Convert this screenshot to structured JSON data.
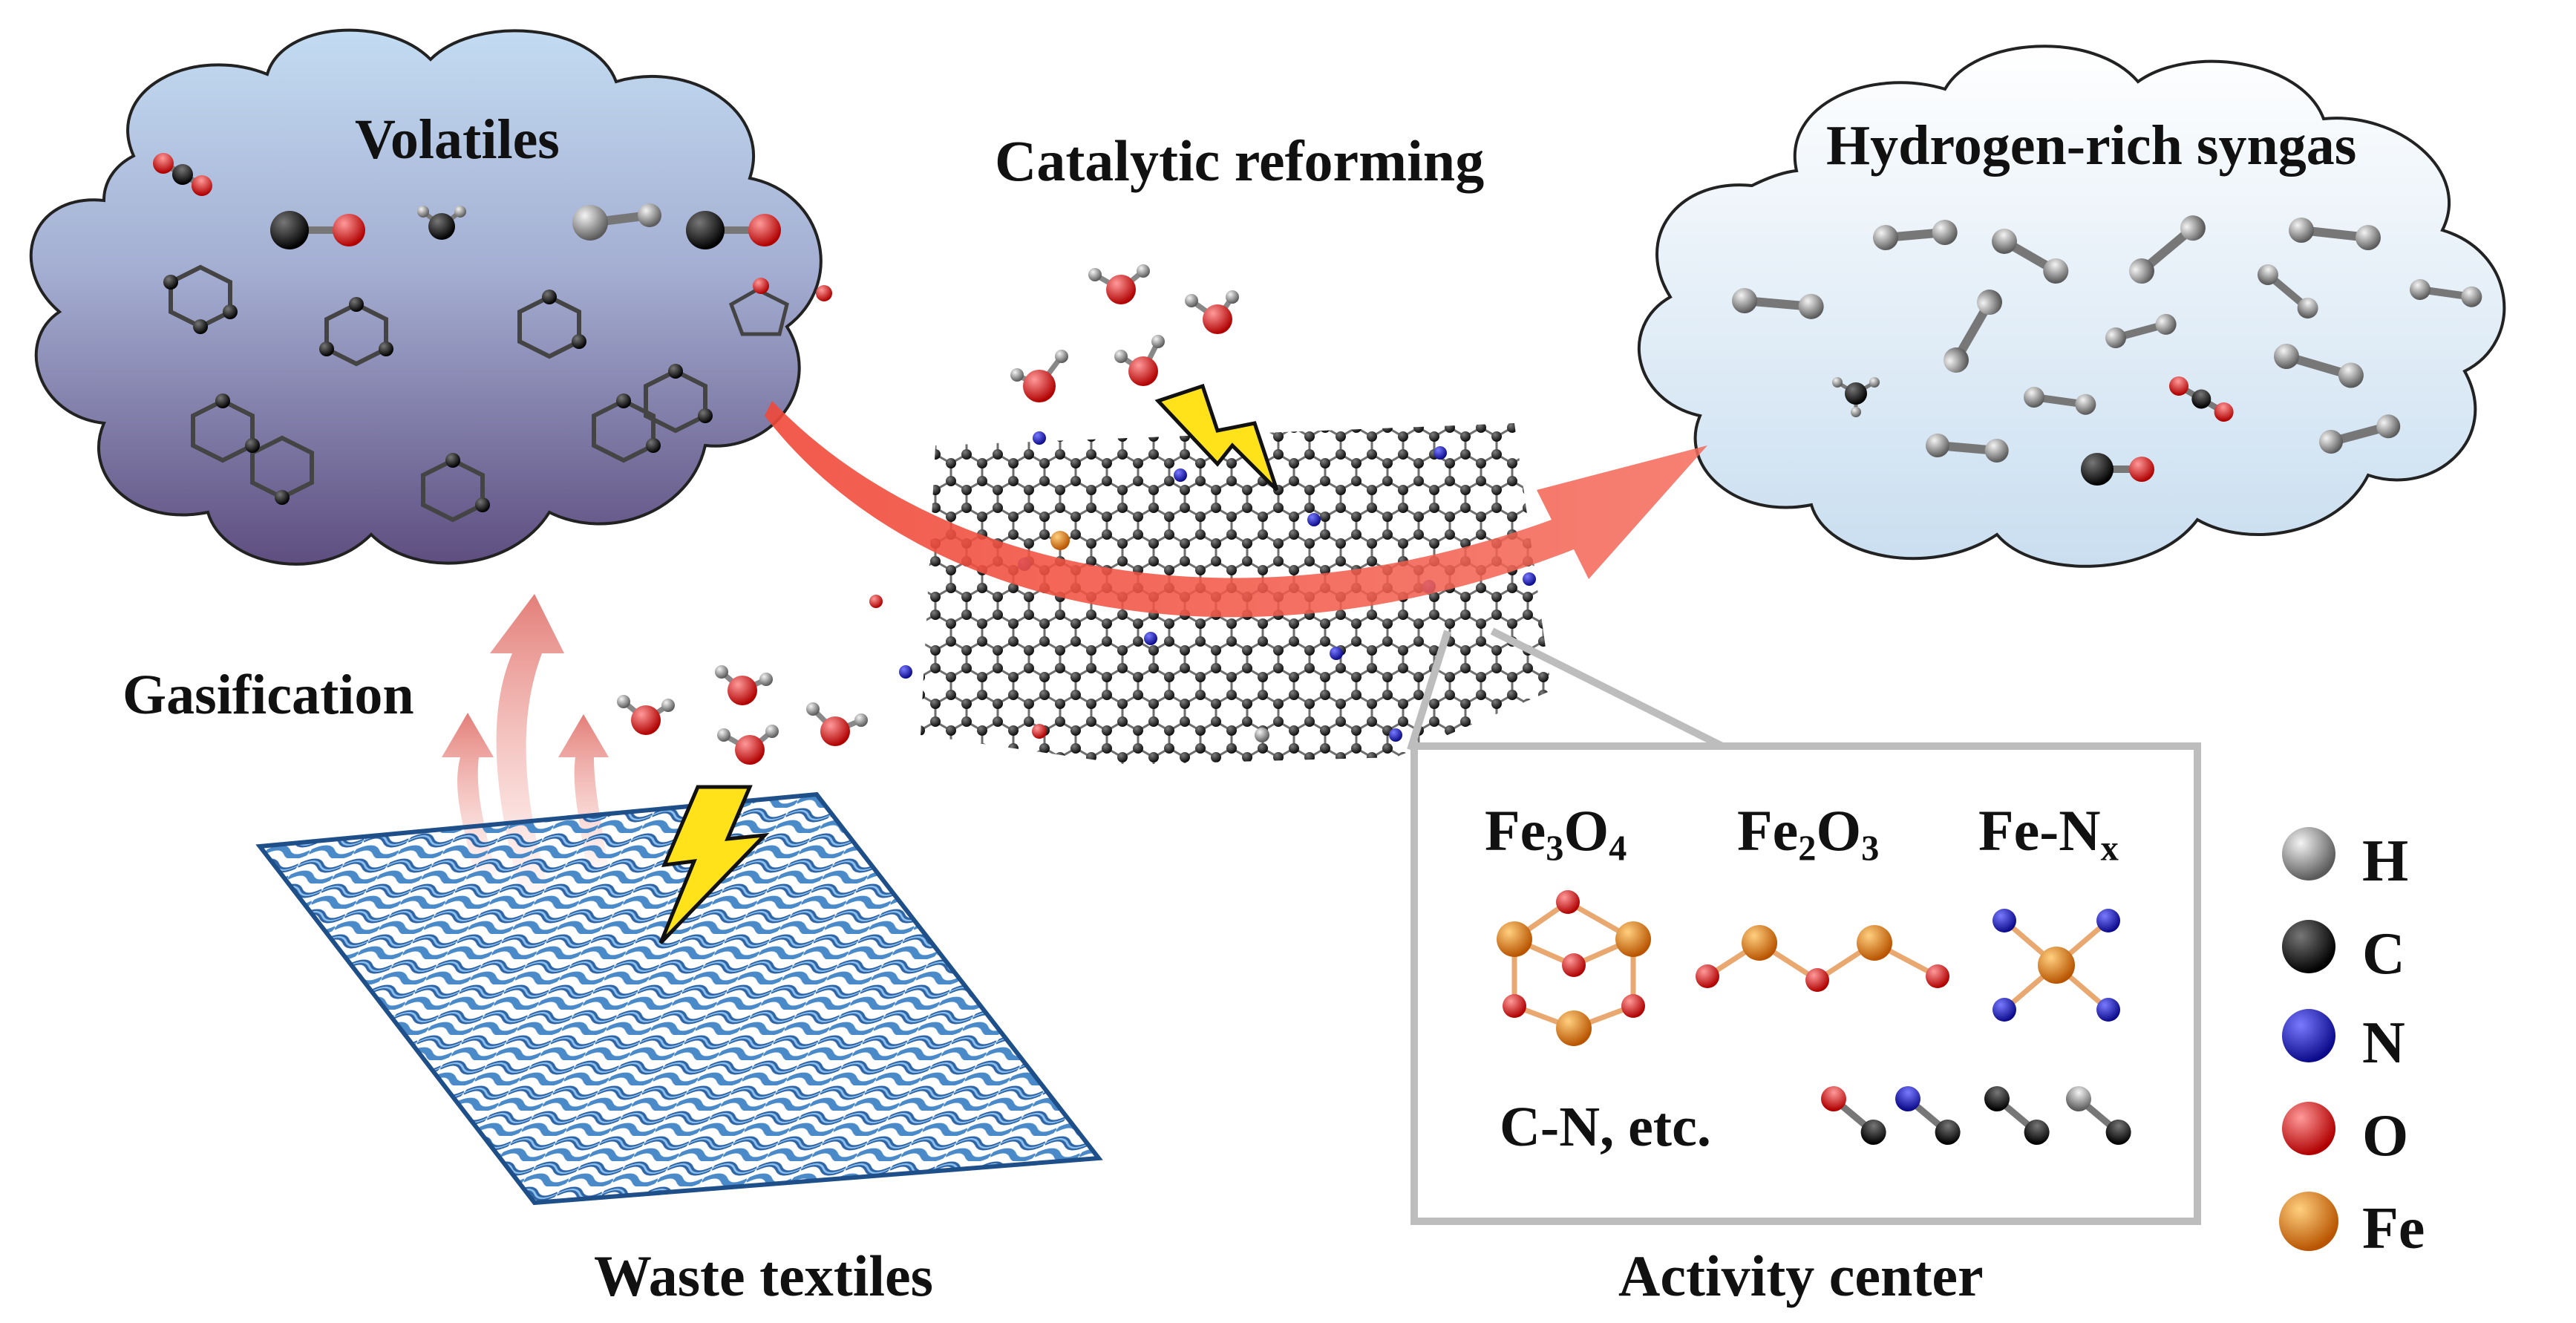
{
  "labels": {
    "volatiles": "Volatiles",
    "catalytic_reforming": "Catalytic reforming",
    "hydrogen_rich_syngas": "Hydrogen-rich syngas",
    "gasification": "Gasification",
    "waste_textiles": "Waste textiles",
    "activity_center": "Activity center"
  },
  "activity_box": {
    "fe3o4": {
      "base1": "Fe",
      "sub1": "3",
      "base2": "O",
      "sub2": "4"
    },
    "fe2o3": {
      "base1": "Fe",
      "sub1": "2",
      "base2": "O",
      "sub2": "3"
    },
    "fenx": {
      "base": "Fe-N",
      "sub": "x"
    },
    "cn_etc": "C-N, etc."
  },
  "legend": [
    {
      "symbol": "H",
      "color": "#8a8a8a"
    },
    {
      "symbol": "C",
      "color": "#111111"
    },
    {
      "symbol": "N",
      "color": "#1a1aa8"
    },
    {
      "symbol": "O",
      "color": "#e01010"
    },
    {
      "symbol": "Fe",
      "color": "#e07a10"
    }
  ],
  "colors": {
    "cloud_top": "#bcd6ef",
    "cloud_bottom": "#6a5888",
    "syngas_cloud": "#dcebf7",
    "arrow": "#f07060",
    "textile": "#3a72b0",
    "lightning": "#ffe21a"
  }
}
